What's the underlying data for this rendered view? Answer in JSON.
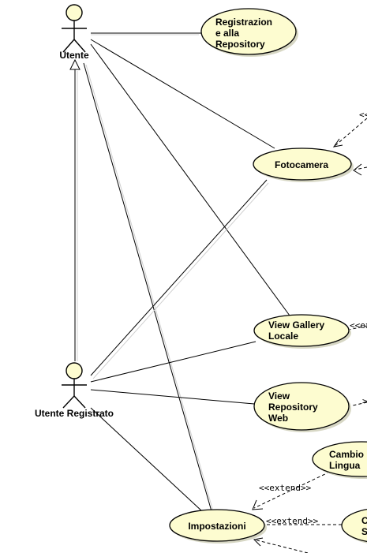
{
  "actors": {
    "utente": "Utente",
    "utente_registrato": "Utente Registrato"
  },
  "use_cases": {
    "registrazione": [
      "Registrazion",
      "e alla",
      "Repository"
    ],
    "fotocamera": [
      "Fotocamera"
    ],
    "view_gallery": [
      "View Gallery",
      "Locale"
    ],
    "view_repository": [
      "View",
      "Repository",
      "Web"
    ],
    "impostazioni": [
      "Impostazioni"
    ],
    "cambio_lingua": [
      "Cambio",
      "Lingua"
    ],
    "cut_off_right": [
      "C",
      "S"
    ]
  },
  "stereotypes": {
    "extend_1": "<<extend>>",
    "extend_2": "<<extend>>",
    "partial_top": "<<",
    "partial_gallery": "<<ext",
    "partial_repo": ">"
  }
}
